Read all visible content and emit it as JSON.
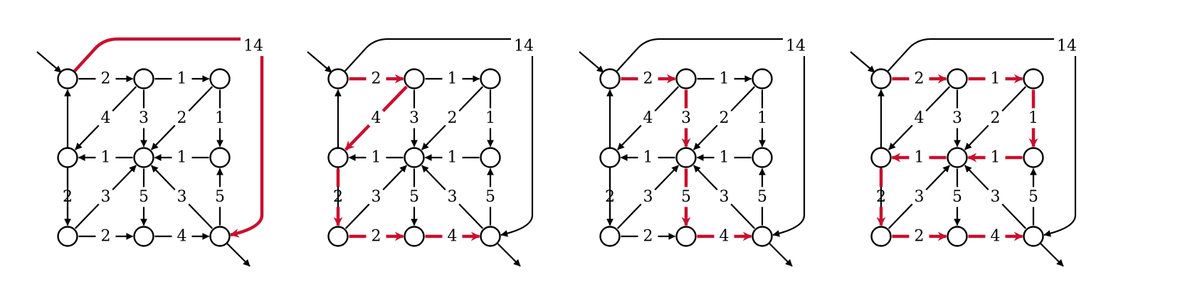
{
  "colors": {
    "black": "#000000",
    "highlight": "#c8102e",
    "node_fill": "#ffffff"
  },
  "nodes": [
    "A",
    "B",
    "C",
    "D",
    "E",
    "F",
    "G",
    "H",
    "I"
  ],
  "edges": [
    {
      "id": "AB",
      "from": "A",
      "to": "B",
      "label": "2"
    },
    {
      "id": "BC",
      "from": "B",
      "to": "C",
      "label": "1"
    },
    {
      "id": "GA",
      "from": "G",
      "to": "A",
      "label": "2"
    },
    {
      "id": "BD",
      "from": "B",
      "to": "D",
      "label": "4"
    },
    {
      "id": "BE",
      "from": "B",
      "to": "E",
      "label": "3"
    },
    {
      "id": "CE",
      "from": "C",
      "to": "E",
      "label": "2"
    },
    {
      "id": "CF",
      "from": "C",
      "to": "F",
      "label": "1"
    },
    {
      "id": "ED",
      "from": "E",
      "to": "D",
      "label": "1"
    },
    {
      "id": "FE",
      "from": "F",
      "to": "E",
      "label": "1"
    },
    {
      "id": "DG",
      "from": "D",
      "to": "G",
      "label": "2"
    },
    {
      "id": "GE",
      "from": "G",
      "to": "E",
      "label": "3"
    },
    {
      "id": "EH",
      "from": "E",
      "to": "H",
      "label": "5"
    },
    {
      "id": "IE",
      "from": "I",
      "to": "E",
      "label": "3"
    },
    {
      "id": "IF",
      "from": "I",
      "to": "F",
      "label": "5"
    },
    {
      "id": "GH",
      "from": "G",
      "to": "H",
      "label": "2"
    },
    {
      "id": "HI",
      "from": "H",
      "to": "I",
      "label": "4"
    }
  ],
  "long_edge": {
    "id": "AI",
    "from": "A",
    "to": "I",
    "label": "14"
  },
  "panels": [
    {
      "highlighted_edges": [
        "AI"
      ]
    },
    {
      "highlighted_edges": [
        "AB",
        "BD",
        "DG",
        "GH",
        "HI"
      ]
    },
    {
      "highlighted_edges": [
        "AB",
        "BE",
        "EH",
        "HI"
      ]
    },
    {
      "highlighted_edges": [
        "AB",
        "BC",
        "CF",
        "FE",
        "ED",
        "DG",
        "GH",
        "HI"
      ]
    }
  ]
}
